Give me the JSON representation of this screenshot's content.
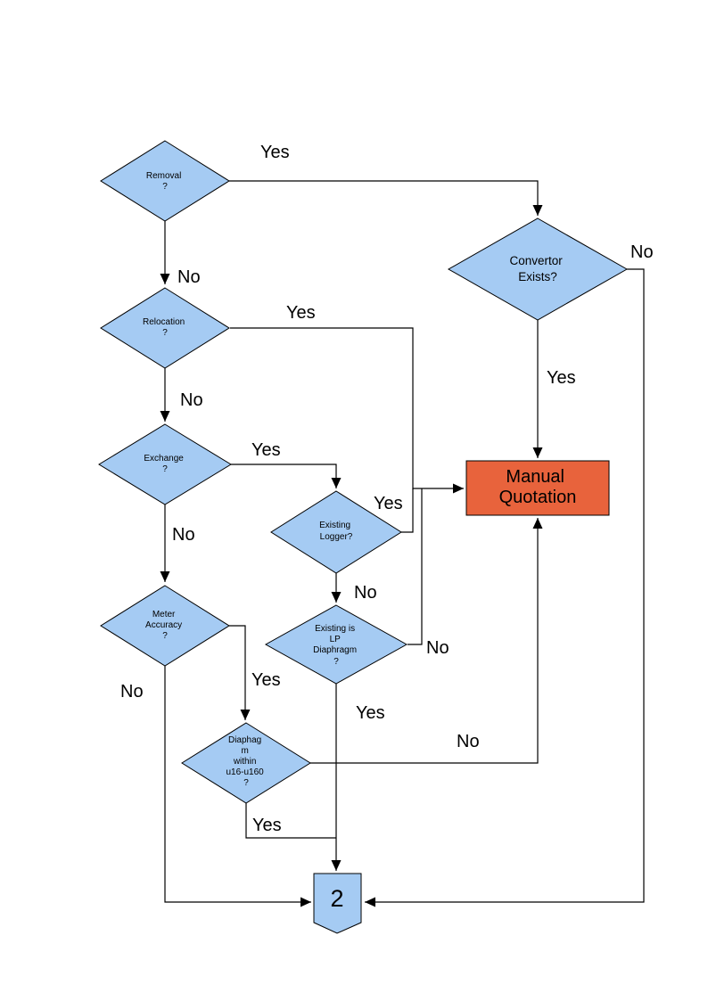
{
  "diagram": {
    "type": "flowchart",
    "colors": {
      "node_fill": "#A5CBF3",
      "node_stroke": "#000000",
      "action_fill": "#E8633C",
      "line_color": "#000000",
      "background": "#FFFFFF"
    },
    "nodes": {
      "removal": {
        "shape": "decision",
        "lines": [
          "Removal",
          "?"
        ]
      },
      "convertor": {
        "shape": "decision",
        "lines": [
          "Convertor",
          "Exists?"
        ]
      },
      "relocation": {
        "shape": "decision",
        "lines": [
          "Relocation",
          "?"
        ]
      },
      "exchange": {
        "shape": "decision",
        "lines": [
          "Exchange",
          "?"
        ]
      },
      "existing_logger": {
        "shape": "decision",
        "lines": [
          "Existing",
          "Logger?"
        ]
      },
      "meter_accuracy": {
        "shape": "decision",
        "lines": [
          "Meter",
          "Accuracy",
          "?"
        ]
      },
      "lp_diaphragm": {
        "shape": "decision",
        "lines": [
          "Existing is",
          "LP",
          "Diaphragm",
          "?"
        ]
      },
      "diaphragm_range": {
        "shape": "decision",
        "lines": [
          "Diaphag",
          "m",
          "within",
          "u16-u160",
          "?"
        ]
      },
      "manual_quotation": {
        "shape": "process",
        "lines": [
          "Manual",
          "Quotation"
        ]
      },
      "offpage_connector": {
        "shape": "offpage-connector",
        "label": "2"
      }
    },
    "edge_labels": {
      "removal_yes": "Yes",
      "removal_no": "No",
      "relocation_yes": "Yes",
      "relocation_no": "No",
      "exchange_yes": "Yes",
      "exchange_no": "No",
      "logger_yes": "Yes",
      "logger_no": "No",
      "lp_yes": "Yes",
      "lp_no": "No",
      "meter_yes": "Yes",
      "meter_no": "No",
      "range_yes": "Yes",
      "range_no": "No",
      "convertor_yes": "Yes",
      "convertor_no": "No"
    }
  }
}
